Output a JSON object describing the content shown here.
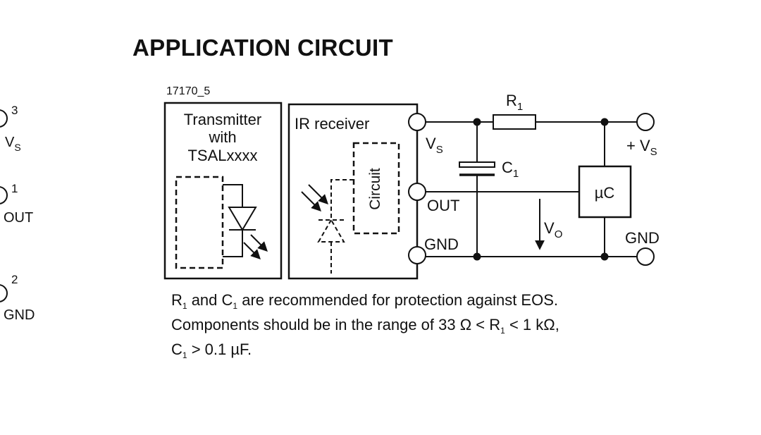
{
  "title": "APPLICATION CIRCUIT",
  "figure_id": "17170_5",
  "pins": [
    {
      "number": "3",
      "name": "V",
      "sub": "S"
    },
    {
      "number": "1",
      "name": "OUT",
      "sub": ""
    },
    {
      "number": "2",
      "name": "GND",
      "sub": ""
    }
  ],
  "transmitter": {
    "line1": "Transmitter",
    "line2": "with",
    "line3": "TSALxxxx"
  },
  "receiver": {
    "label": "IR receiver",
    "circuit_label": "Circuit"
  },
  "nodes": {
    "vs": {
      "name": "V",
      "sub": "S"
    },
    "out": "OUT",
    "gnd": "GND",
    "r1": {
      "name": "R",
      "sub": "1"
    },
    "c1": {
      "name": "C",
      "sub": "1"
    },
    "vo": {
      "name": "V",
      "sub": "O"
    },
    "uc": "µC",
    "plus_vs": {
      "name": "+ V",
      "sub": "S"
    },
    "gnd_right": "GND"
  },
  "note": {
    "l1_a": "R",
    "l1_a_sub": "1",
    "l1_b": " and C",
    "l1_b_sub": "1",
    "l1_c": " are recommended for protection against EOS.",
    "l2_a": "Components should be in the range of 33 Ω < R",
    "l2_a_sub": "1",
    "l2_b": " < 1 kΩ,",
    "l3_a": "C",
    "l3_a_sub": "1",
    "l3_b": " > 0.1 µF."
  }
}
